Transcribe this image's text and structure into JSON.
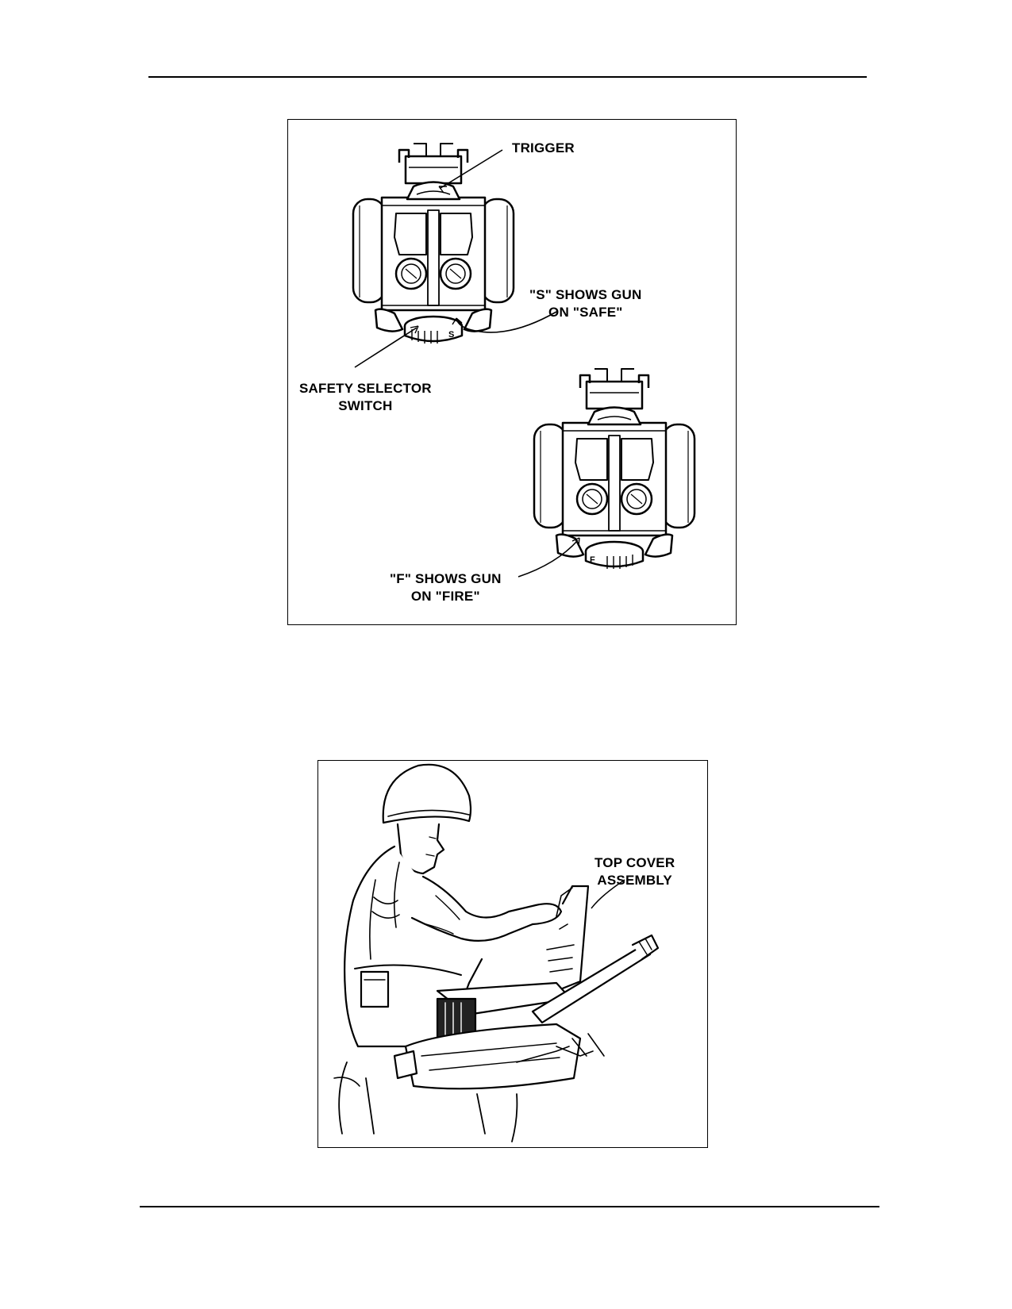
{
  "figure_1": {
    "callouts": {
      "trigger": "TRIGGER",
      "safe_line1": "\"S\" SHOWS GUN",
      "safe_line2": "ON \"SAFE\"",
      "selector_line1": "SAFETY SELECTOR",
      "selector_line2": "SWITCH",
      "fire_line1": "\"F\" SHOWS GUN",
      "fire_line2": "ON \"FIRE\""
    }
  },
  "figure_2": {
    "callouts": {
      "cover_line1": "TOP COVER",
      "cover_line2": "ASSEMBLY"
    }
  }
}
